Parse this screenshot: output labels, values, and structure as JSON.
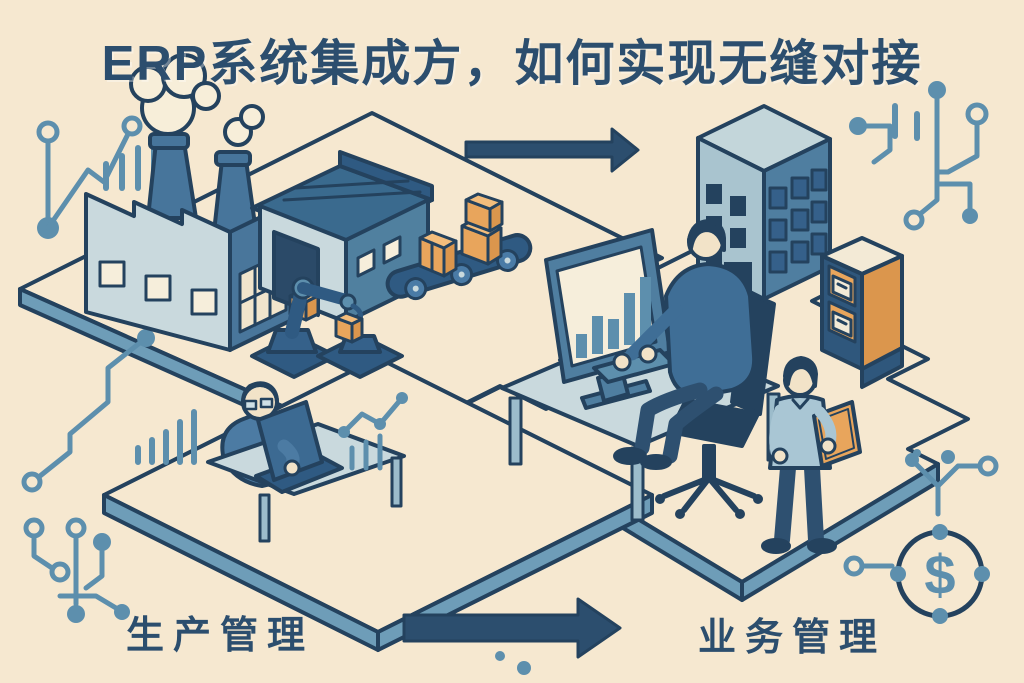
{
  "title": {
    "text": "ERP系统集成方，如何实现无缝对接"
  },
  "labels": {
    "left": "生产管理",
    "right": "业务管理"
  },
  "icons": {
    "dollar_glyph": "$"
  },
  "colors": {
    "background": "#f6e8d0",
    "outline_navy": "#24425e",
    "title_navy": "#2c4e6e",
    "mid_blue": "#4f7ea0",
    "pale_blue": "#c9d9dd",
    "steel_blue": "#5d8fad",
    "edge_band": "#6e9db8",
    "orange": "#e8a55c",
    "orange_dark": "#db964d",
    "cream": "#f6eedb",
    "skin": "#f2e3c8"
  },
  "scene": {
    "left_area": {
      "name": "production-area",
      "components": [
        "factory",
        "warehouse",
        "robotic-arm",
        "conveyor-with-boxes",
        "analyst-with-laptop"
      ]
    },
    "right_area": {
      "name": "business-area",
      "components": [
        "office-building",
        "monitor-with-bar-chart",
        "worker-at-desk",
        "manager-with-clipboard",
        "storage-shelf"
      ]
    },
    "connectors": [
      "arrow-top",
      "arrow-bottom"
    ],
    "decorations": [
      "circuit-traces",
      "mini-charts",
      "dollar-coin"
    ]
  }
}
